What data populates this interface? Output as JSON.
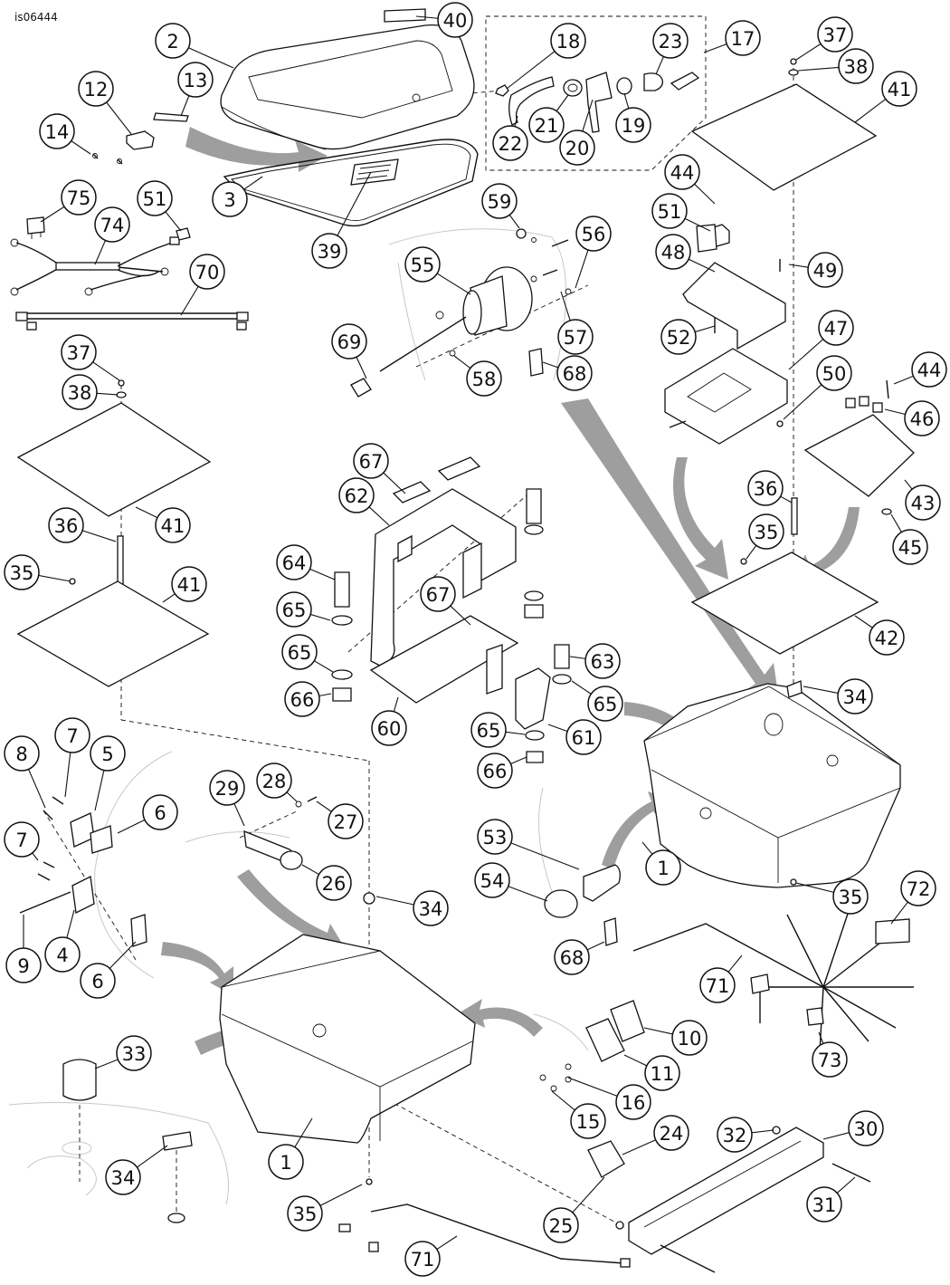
{
  "figure": {
    "ref_code": "is06444"
  },
  "callouts": [
    {
      "n": "40"
    },
    {
      "n": "2"
    },
    {
      "n": "18"
    },
    {
      "n": "23"
    },
    {
      "n": "17"
    },
    {
      "n": "37"
    },
    {
      "n": "38"
    },
    {
      "n": "12"
    },
    {
      "n": "13"
    },
    {
      "n": "14"
    },
    {
      "n": "3"
    },
    {
      "n": "39"
    },
    {
      "n": "22"
    },
    {
      "n": "21"
    },
    {
      "n": "20"
    },
    {
      "n": "19"
    },
    {
      "n": "41"
    },
    {
      "n": "75"
    },
    {
      "n": "51"
    },
    {
      "n": "74"
    },
    {
      "n": "70"
    },
    {
      "n": "59"
    },
    {
      "n": "56"
    },
    {
      "n": "55"
    },
    {
      "n": "57"
    },
    {
      "n": "69"
    },
    {
      "n": "58"
    },
    {
      "n": "68"
    },
    {
      "n": "44"
    },
    {
      "n": "51"
    },
    {
      "n": "48"
    },
    {
      "n": "49"
    },
    {
      "n": "52"
    },
    {
      "n": "47"
    },
    {
      "n": "50"
    },
    {
      "n": "44"
    },
    {
      "n": "46"
    },
    {
      "n": "37"
    },
    {
      "n": "38"
    },
    {
      "n": "67"
    },
    {
      "n": "62"
    },
    {
      "n": "41"
    },
    {
      "n": "36"
    },
    {
      "n": "35"
    },
    {
      "n": "41"
    },
    {
      "n": "64"
    },
    {
      "n": "67"
    },
    {
      "n": "65"
    },
    {
      "n": "65"
    },
    {
      "n": "66"
    },
    {
      "n": "60"
    },
    {
      "n": "63"
    },
    {
      "n": "65"
    },
    {
      "n": "65"
    },
    {
      "n": "61"
    },
    {
      "n": "66"
    },
    {
      "n": "36"
    },
    {
      "n": "35"
    },
    {
      "n": "43"
    },
    {
      "n": "45"
    },
    {
      "n": "42"
    },
    {
      "n": "34"
    },
    {
      "n": "1"
    },
    {
      "n": "8"
    },
    {
      "n": "7"
    },
    {
      "n": "5"
    },
    {
      "n": "6"
    },
    {
      "n": "7"
    },
    {
      "n": "29"
    },
    {
      "n": "28"
    },
    {
      "n": "27"
    },
    {
      "n": "26"
    },
    {
      "n": "34"
    },
    {
      "n": "9"
    },
    {
      "n": "4"
    },
    {
      "n": "6"
    },
    {
      "n": "53"
    },
    {
      "n": "54"
    },
    {
      "n": "68"
    },
    {
      "n": "35"
    },
    {
      "n": "72"
    },
    {
      "n": "71"
    },
    {
      "n": "10"
    },
    {
      "n": "11"
    },
    {
      "n": "73"
    },
    {
      "n": "16"
    },
    {
      "n": "15"
    },
    {
      "n": "33"
    },
    {
      "n": "34"
    },
    {
      "n": "1"
    },
    {
      "n": "24"
    },
    {
      "n": "32"
    },
    {
      "n": "30"
    },
    {
      "n": "31"
    },
    {
      "n": "35"
    },
    {
      "n": "25"
    },
    {
      "n": "71"
    }
  ]
}
